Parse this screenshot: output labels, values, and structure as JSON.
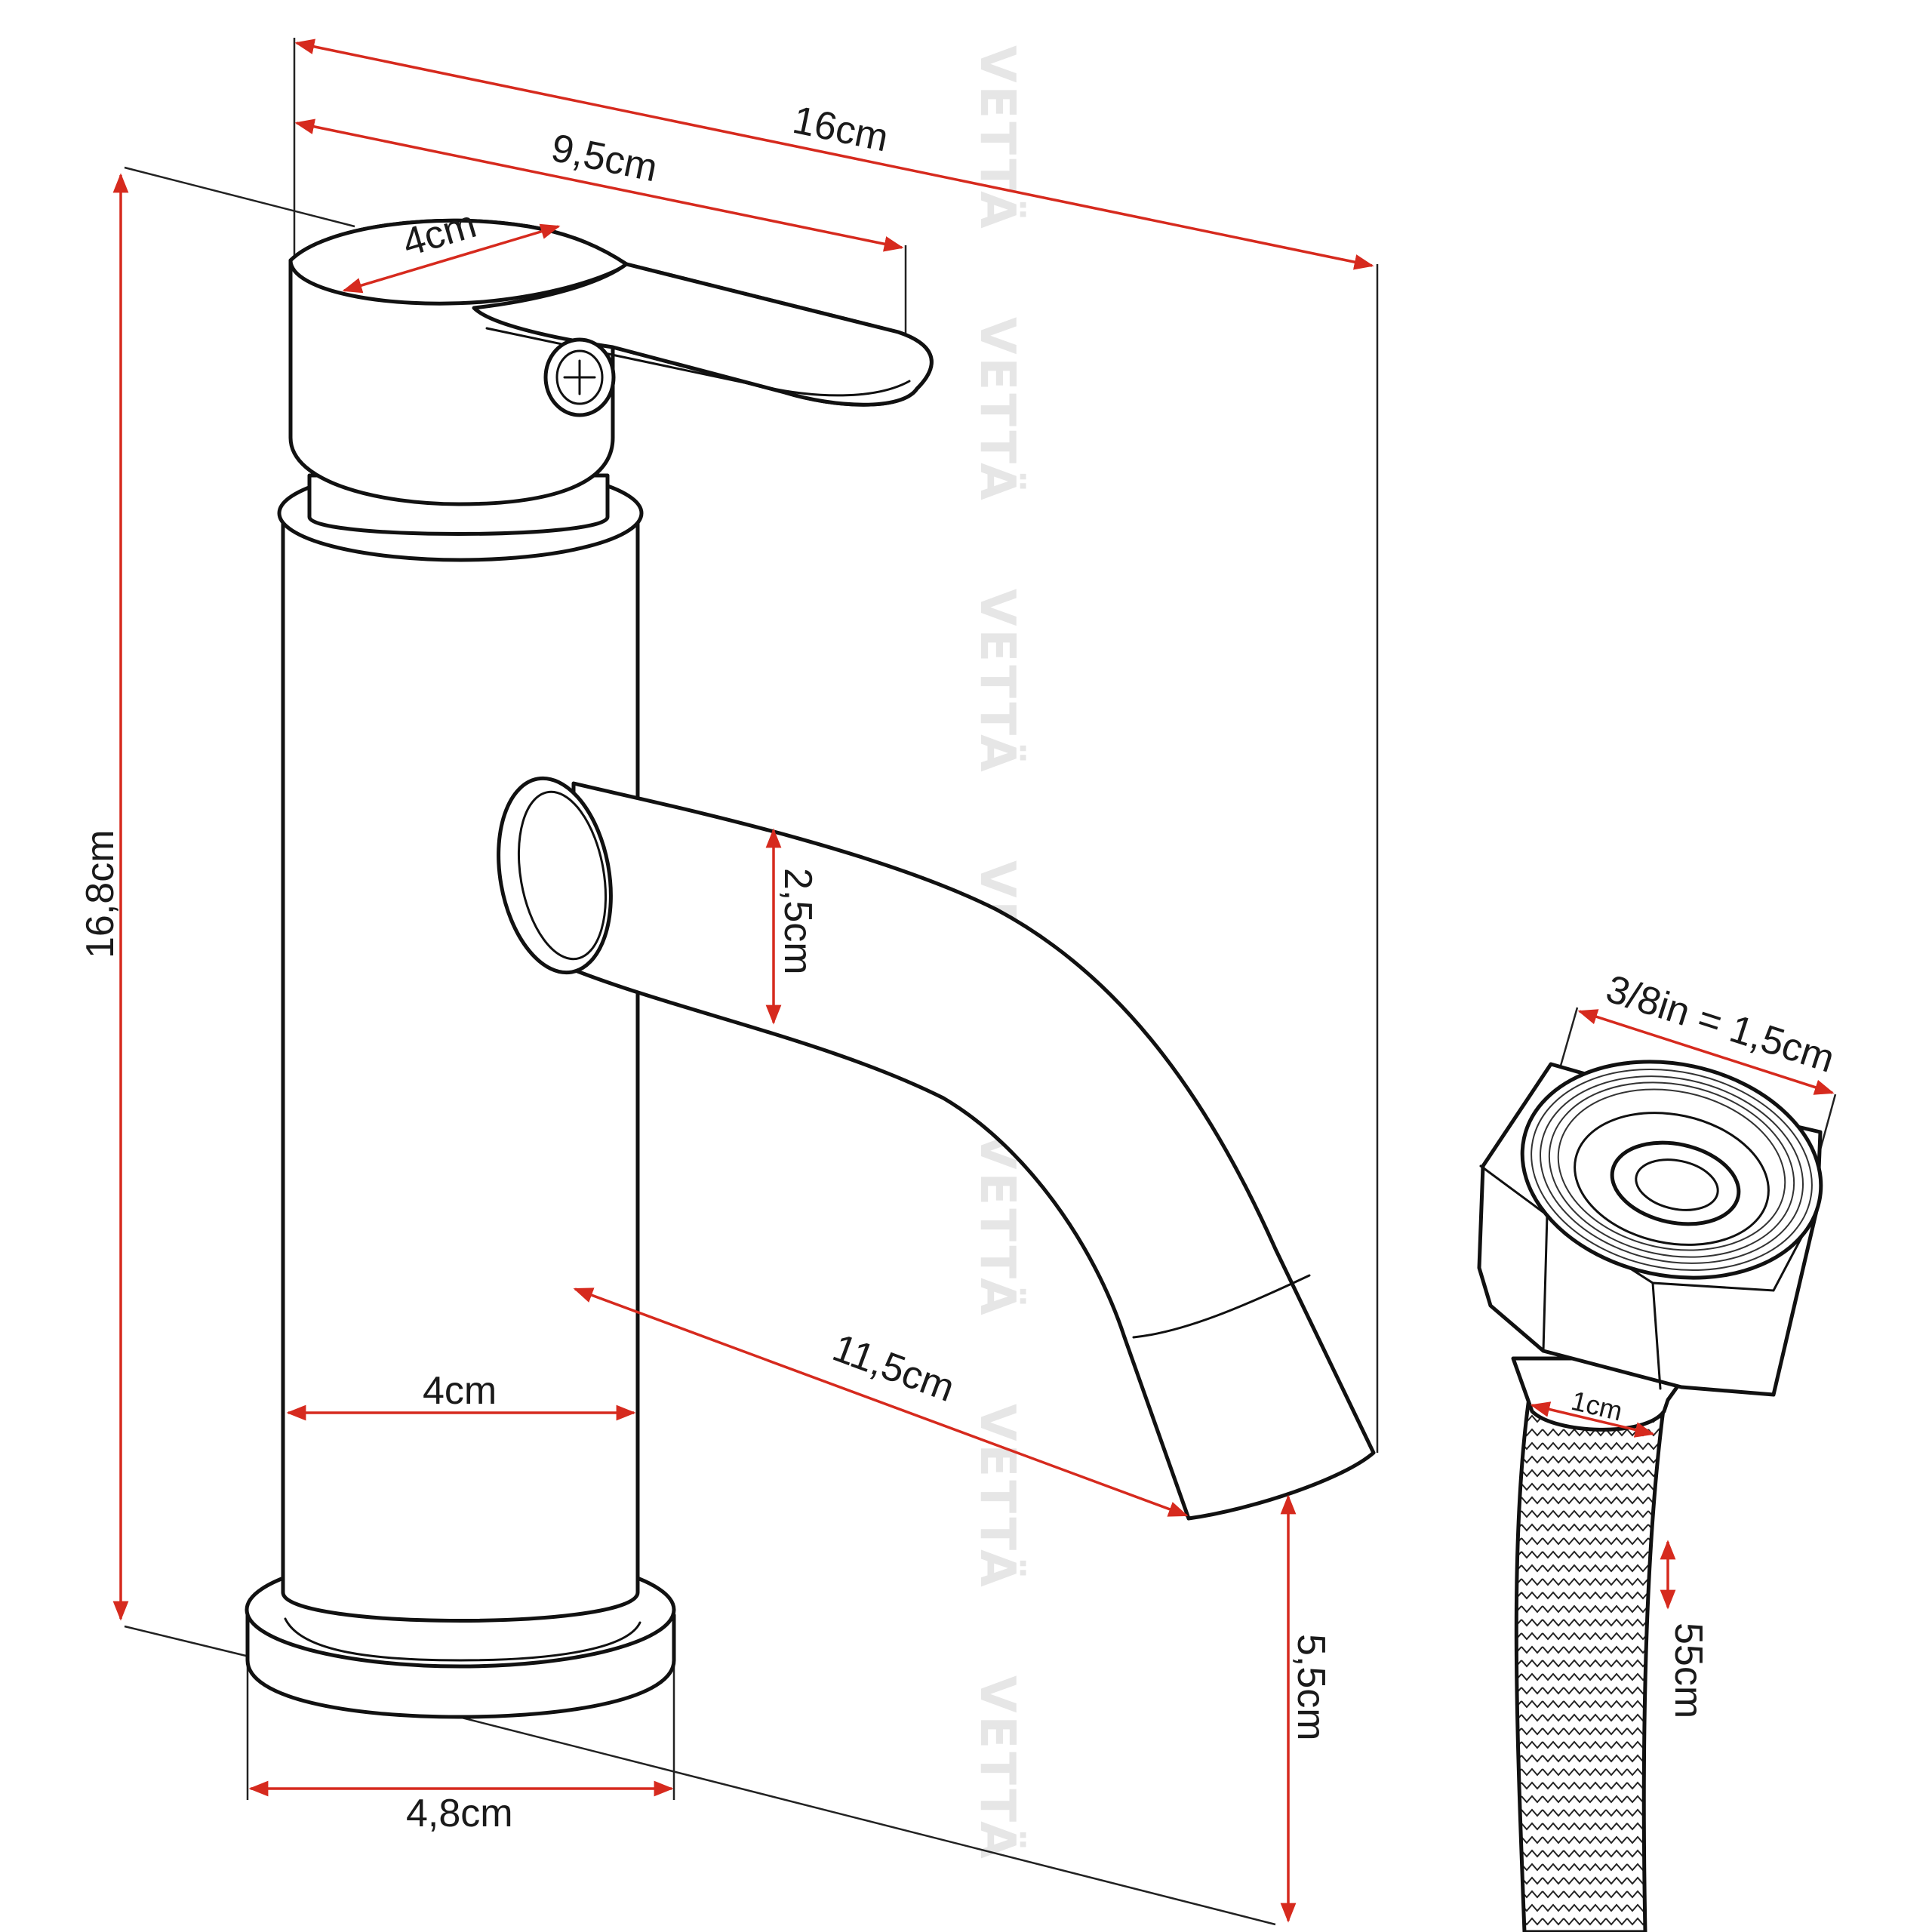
{
  "watermark": {
    "text": "VETTÄ",
    "color": "#e6e6e6"
  },
  "colors": {
    "dimension_line": "#d62a1e",
    "outline": "#111111",
    "text": "#1a1a1a",
    "background": "#ffffff"
  },
  "dimensions": {
    "total_depth": "16cm",
    "lever_length": "9,5cm",
    "handle_diameter": "4cm",
    "total_height": "16,8cm",
    "spout_height": "2,5cm",
    "body_diameter": "4cm",
    "spout_reach": "11,5cm",
    "base_diameter": "4,8cm",
    "spout_clearance": "5,5cm",
    "hose_thread": "3/8in = 1,5cm",
    "hose_diameter": "1cm",
    "hose_length": "55cm"
  }
}
